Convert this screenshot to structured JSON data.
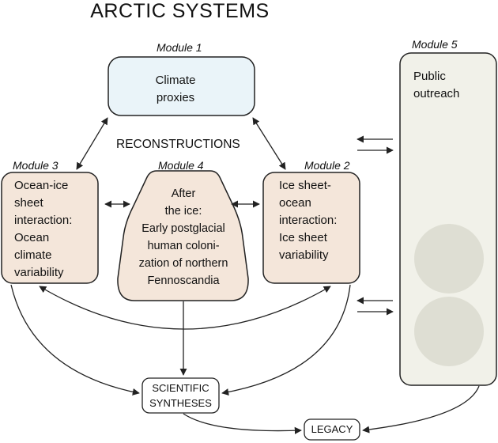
{
  "title": "ARCTIC SYSTEMS",
  "reconstructions_label": "RECONSTRUCTIONS",
  "modules": {
    "m1": {
      "label": "Module 1",
      "text": [
        "Climate",
        "proxies"
      ]
    },
    "m2": {
      "label": "Module 2",
      "text": [
        "Ice sheet-",
        "ocean",
        "interaction:",
        "Ice sheet",
        "variability"
      ]
    },
    "m3": {
      "label": "Module 3",
      "text": [
        "Ocean-ice",
        "sheet",
        "interaction:",
        "Ocean",
        "climate",
        "variability"
      ]
    },
    "m4": {
      "label": "Module 4",
      "text": [
        "After",
        "the ice:",
        "Early postglacial",
        "human coloni-",
        "zation of northern",
        "Fennoscandia"
      ]
    },
    "m5": {
      "label": "Module 5",
      "text": [
        "Public",
        "outreach"
      ]
    }
  },
  "syntheses": [
    "SCIENTIFIC",
    "SYNTHESES"
  ],
  "legacy": "LEGACY",
  "colors": {
    "module1_fill": "#eaf4f9",
    "module_fill": "#f4e6da",
    "outreach_fill": "#f1f1e9",
    "circle_fill": "#deded3",
    "stroke": "#222222"
  }
}
